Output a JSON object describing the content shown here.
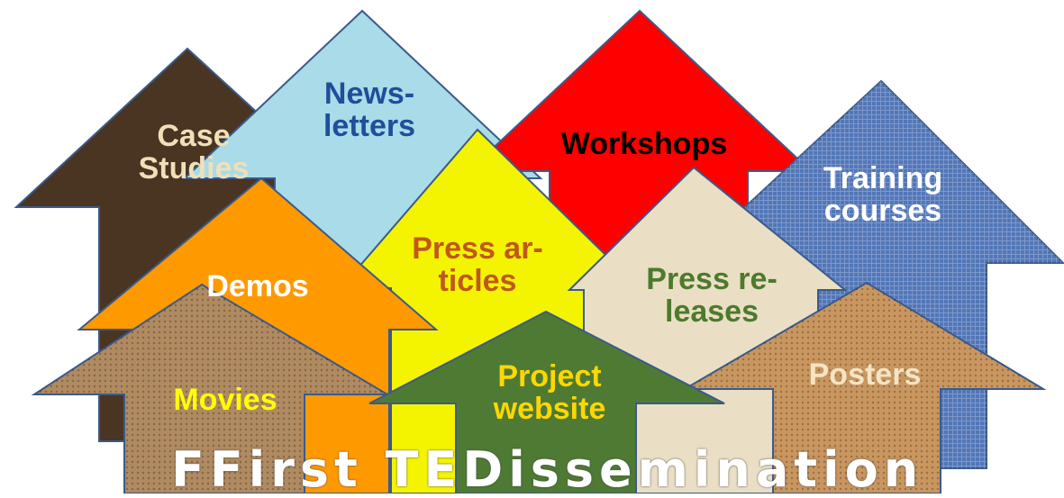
{
  "title": "FFirst TEDissemination",
  "arrows": {
    "case_studies": {
      "label1": "Case",
      "label2": "Studies",
      "color": "#4a3422",
      "text_color": "#f0e0b8"
    },
    "newsletters": {
      "label1": "News-",
      "label2": "letters",
      "color": "#a9dbe8",
      "text_color": "#1f4e9a"
    },
    "workshops": {
      "label1": "Workshops",
      "color": "#ff0000",
      "text_color": "#000000"
    },
    "training_courses": {
      "label1": "Training",
      "label2": "courses",
      "color": "#5276b8",
      "text_color": "#ffffff"
    },
    "press_articles": {
      "label1": "Press ar-",
      "label2": "ticles",
      "color": "#f4f400",
      "text_color": "#c0581c"
    },
    "press_releases": {
      "label1": "Press re-",
      "label2": "leases",
      "color": "#eadfc4",
      "text_color": "#4d7a2c"
    },
    "demos": {
      "label1": "Demos",
      "color": "#ff9900",
      "text_color": "#ffffff"
    },
    "movies": {
      "label1": "Movies",
      "color": "#b08a60",
      "text_color": "#ffff00"
    },
    "project_website": {
      "label1": "Project",
      "label2": "website",
      "color": "#4e7a34",
      "text_color": "#ffd700"
    },
    "posters": {
      "label1": "Posters",
      "color": "#c9965f",
      "text_color": "#f4e4c4"
    }
  }
}
